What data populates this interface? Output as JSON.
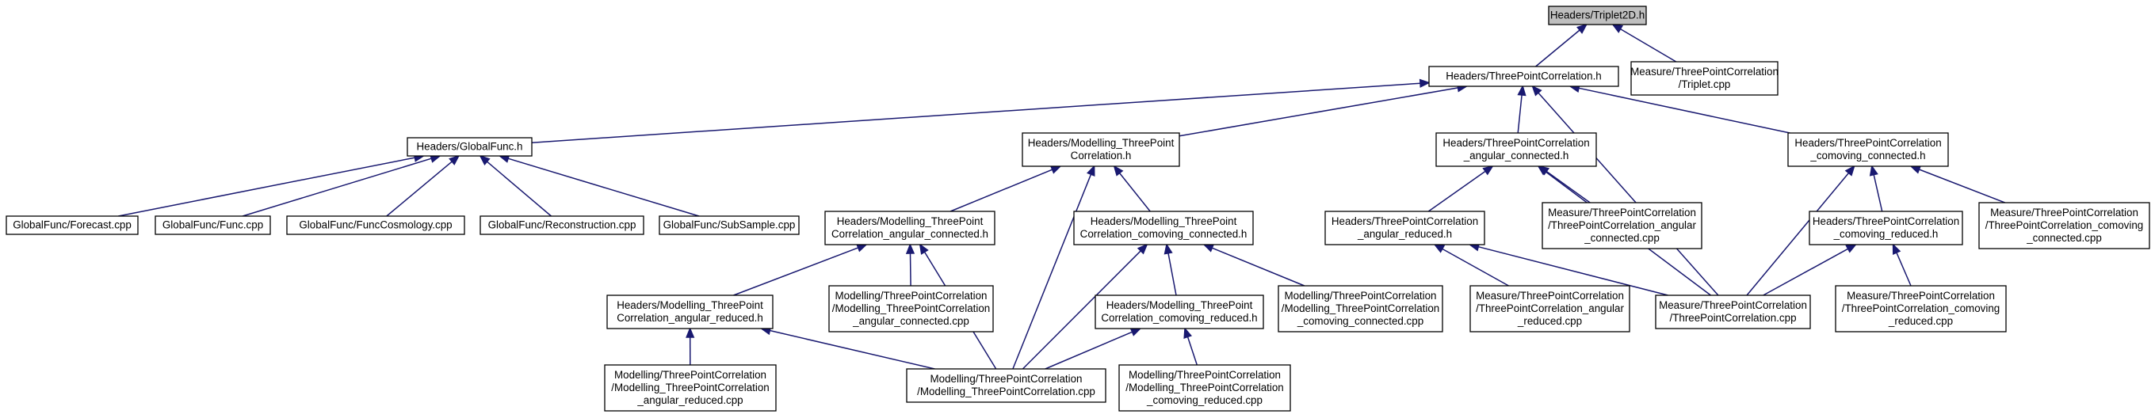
{
  "diagram": {
    "nodes": [
      {
        "id": "n0",
        "lines": [
          "Headers/Triplet2D.h"
        ],
        "root": true
      },
      {
        "id": "n1",
        "lines": [
          "Headers/ThreePointCorrelation.h"
        ]
      },
      {
        "id": "n2",
        "lines": [
          "Measure/ThreePointCorrelation",
          "/Triplet.cpp"
        ]
      },
      {
        "id": "n3",
        "lines": [
          "Headers/GlobalFunc.h"
        ]
      },
      {
        "id": "n4",
        "lines": [
          "Headers/Modelling_ThreePoint",
          "Correlation.h"
        ]
      },
      {
        "id": "n5",
        "lines": [
          "Headers/ThreePointCorrelation",
          "_angular_connected.h"
        ]
      },
      {
        "id": "n6",
        "lines": [
          "Headers/ThreePointCorrelation",
          "_comoving_connected.h"
        ]
      },
      {
        "id": "n7",
        "lines": [
          "Measure/ThreePointCorrelation",
          "/ThreePointCorrelation.cpp"
        ]
      },
      {
        "id": "n8",
        "lines": [
          "GlobalFunc/Forecast.cpp"
        ]
      },
      {
        "id": "n9",
        "lines": [
          "GlobalFunc/Func.cpp"
        ]
      },
      {
        "id": "n10",
        "lines": [
          "GlobalFunc/FuncCosmology.cpp"
        ]
      },
      {
        "id": "n11",
        "lines": [
          "GlobalFunc/Reconstruction.cpp"
        ]
      },
      {
        "id": "n12",
        "lines": [
          "GlobalFunc/SubSample.cpp"
        ]
      },
      {
        "id": "n13",
        "lines": [
          "Headers/Modelling_ThreePoint",
          "Correlation_angular_connected.h"
        ]
      },
      {
        "id": "n14",
        "lines": [
          "Headers/Modelling_ThreePoint",
          "Correlation_comoving_connected.h"
        ]
      },
      {
        "id": "n15",
        "lines": [
          "Modelling/ThreePointCorrelation",
          "/Modelling_ThreePointCorrelation.cpp"
        ]
      },
      {
        "id": "n16",
        "lines": [
          "Headers/Modelling_ThreePoint",
          "Correlation_angular_reduced.h"
        ]
      },
      {
        "id": "n17",
        "lines": [
          "Modelling/ThreePointCorrelation",
          "/Modelling_ThreePointCorrelation",
          "_angular_connected.cpp"
        ]
      },
      {
        "id": "n18",
        "lines": [
          "Modelling/ThreePointCorrelation",
          "/Modelling_ThreePointCorrelation",
          "_angular_reduced.cpp"
        ]
      },
      {
        "id": "n19",
        "lines": [
          "Headers/Modelling_ThreePoint",
          "Correlation_comoving_reduced.h"
        ]
      },
      {
        "id": "n20",
        "lines": [
          "Modelling/ThreePointCorrelation",
          "/Modelling_ThreePointCorrelation",
          "_comoving_connected.cpp"
        ]
      },
      {
        "id": "n21",
        "lines": [
          "Modelling/ThreePointCorrelation",
          "/Modelling_ThreePointCorrelation",
          "_comoving_reduced.cpp"
        ]
      },
      {
        "id": "n22",
        "lines": [
          "Headers/ThreePointCorrelation",
          "_angular_reduced.h"
        ]
      },
      {
        "id": "n23",
        "lines": [
          "Measure/ThreePointCorrelation",
          "/ThreePointCorrelation_angular",
          "_connected.cpp"
        ]
      },
      {
        "id": "n24",
        "lines": [
          "Measure/ThreePointCorrelation",
          "/ThreePointCorrelation_angular",
          "_reduced.cpp"
        ]
      },
      {
        "id": "n25",
        "lines": [
          "Headers/ThreePointCorrelation",
          "_comoving_reduced.h"
        ]
      },
      {
        "id": "n26",
        "lines": [
          "Measure/ThreePointCorrelation",
          "/ThreePointCorrelation_comoving",
          "_connected.cpp"
        ]
      },
      {
        "id": "n27",
        "lines": [
          "Measure/ThreePointCorrelation",
          "/ThreePointCorrelation_comoving",
          "_reduced.cpp"
        ]
      }
    ],
    "edges": [
      [
        "n0",
        "n1"
      ],
      [
        "n0",
        "n2"
      ],
      [
        "n1",
        "n3"
      ],
      [
        "n1",
        "n4"
      ],
      [
        "n1",
        "n5"
      ],
      [
        "n1",
        "n6"
      ],
      [
        "n1",
        "n7"
      ],
      [
        "n3",
        "n8"
      ],
      [
        "n3",
        "n9"
      ],
      [
        "n3",
        "n10"
      ],
      [
        "n3",
        "n11"
      ],
      [
        "n3",
        "n12"
      ],
      [
        "n4",
        "n13"
      ],
      [
        "n4",
        "n14"
      ],
      [
        "n4",
        "n15"
      ],
      [
        "n5",
        "n22"
      ],
      [
        "n5",
        "n23"
      ],
      [
        "n5",
        "n7"
      ],
      [
        "n6",
        "n25"
      ],
      [
        "n6",
        "n26"
      ],
      [
        "n6",
        "n7"
      ],
      [
        "n13",
        "n16"
      ],
      [
        "n13",
        "n17"
      ],
      [
        "n13",
        "n15"
      ],
      [
        "n14",
        "n19"
      ],
      [
        "n14",
        "n20"
      ],
      [
        "n14",
        "n15"
      ],
      [
        "n16",
        "n18"
      ],
      [
        "n16",
        "n15"
      ],
      [
        "n19",
        "n15"
      ],
      [
        "n19",
        "n21"
      ],
      [
        "n22",
        "n24"
      ],
      [
        "n22",
        "n7"
      ],
      [
        "n25",
        "n7"
      ],
      [
        "n25",
        "n27"
      ]
    ]
  }
}
